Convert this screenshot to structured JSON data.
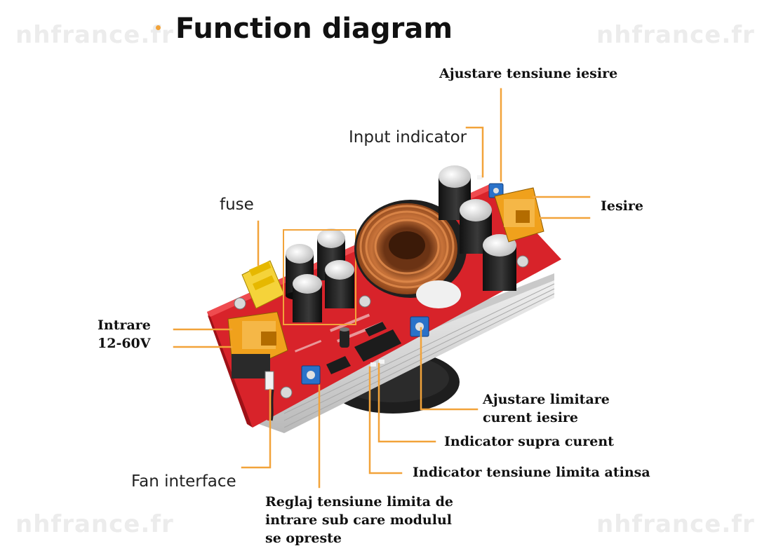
{
  "title": "Function diagram",
  "watermark": "nhfrance.fr",
  "labels": {
    "output_voltage_adjust": "Ajustare tensiune iesire",
    "input_indicator": "Input indicator",
    "fuse": "fuse",
    "output": "Iesire",
    "input_line1": "Intrare",
    "input_line2": "12-60V",
    "current_limit_line1": "Ajustare limitare",
    "current_limit_line2": "curent iesire",
    "overcurrent_indicator": "Indicator supra curent",
    "voltage_limit_indicator": "Indicator tensiune limita atinsa",
    "fan_interface": "Fan interface",
    "undervoltage_line1": "Reglaj tensiune limita de",
    "undervoltage_line2": "intrare sub care modulul",
    "undervoltage_line3": "se opreste"
  },
  "colors": {
    "leader_line": "#f2a33a",
    "pcb": "#d8232a",
    "heatsink": "#dcdcdc",
    "inductor": "#b8642c",
    "terminal": "#f0a11c",
    "fuse": "#f5d33a"
  }
}
